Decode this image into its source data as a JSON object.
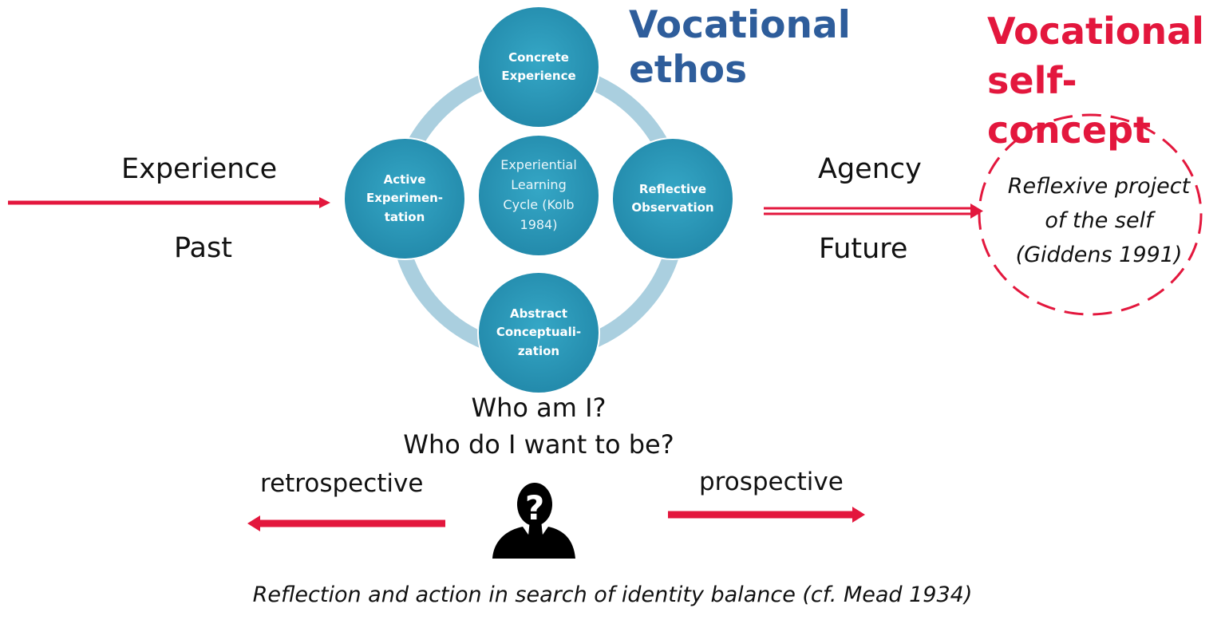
{
  "diagram": {
    "cycle": {
      "top": "Concrete\nExperience",
      "right": "Reflective\nObservation",
      "bottom": "Abstract\nConceptuali-\nzation",
      "left": "Active\nExperimen-\ntation",
      "center": "Experiential\nLearning\nCycle (Kolb\n1984)"
    },
    "vocational_ethos": "Vocational\nethos",
    "vocational_self_concept": "Vocational\nself-concept",
    "reflexive_project": "Reflexive  project\nof the self\n(Giddens 1991)",
    "left_labels": {
      "experience": "Experience",
      "past": "Past"
    },
    "right_labels": {
      "agency": "Agency",
      "future": "Future"
    },
    "questions": "Who am I?\nWho do I want to be?",
    "retrospective": "retrospective",
    "prospective": "prospective",
    "caption": "Reflection and action in search of identity balance (cf. Mead 1934)",
    "person_icon": "person-question-icon",
    "colors": {
      "circle": "#2b97b7",
      "ring": "#aacfdf",
      "red": "#e3173d",
      "blue": "#2e5d9b"
    }
  }
}
